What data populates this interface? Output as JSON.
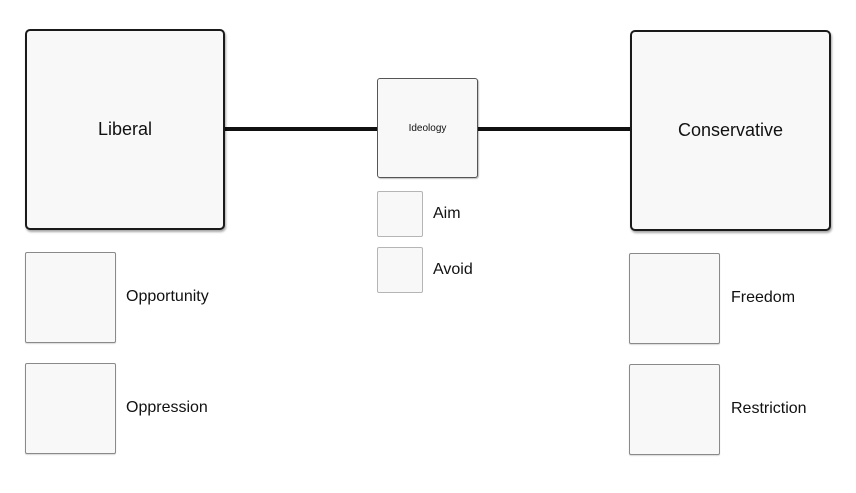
{
  "diagram": {
    "left_node": {
      "label": "Liberal"
    },
    "center_node": {
      "label": "Ideology"
    },
    "right_node": {
      "label": "Conservative"
    },
    "legend": [
      {
        "label": "Aim"
      },
      {
        "label": "Avoid"
      }
    ],
    "left_items": [
      {
        "label": "Opportunity"
      },
      {
        "label": "Oppression"
      }
    ],
    "right_items": [
      {
        "label": "Freedom"
      },
      {
        "label": "Restriction"
      }
    ]
  }
}
